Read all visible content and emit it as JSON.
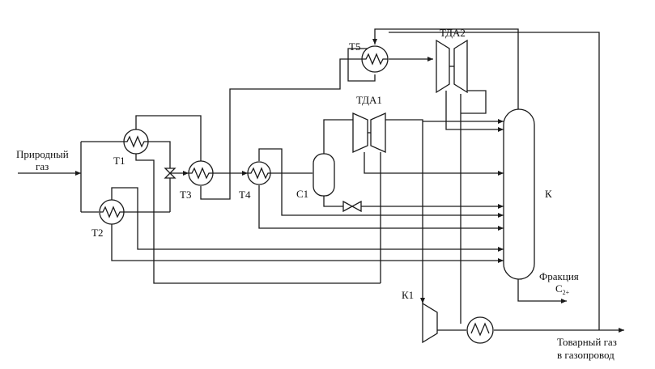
{
  "labels": {
    "feed_line1": "Природный",
    "feed_line2": "газ",
    "t1": "Т1",
    "t2": "Т2",
    "t3": "Т3",
    "t4": "Т4",
    "t5": "Т5",
    "c1": "С1",
    "tda1": "ТДА1",
    "tda2": "ТДА2",
    "column": "К",
    "k1": "К1",
    "fraction_line1": "Фракция",
    "fraction_c": "С",
    "fraction_sub": "2+",
    "product_line1": "Товарный газ",
    "product_line2": "в газопровод"
  },
  "colors": {
    "line": "#1a1a1a",
    "background": "#ffffff"
  }
}
